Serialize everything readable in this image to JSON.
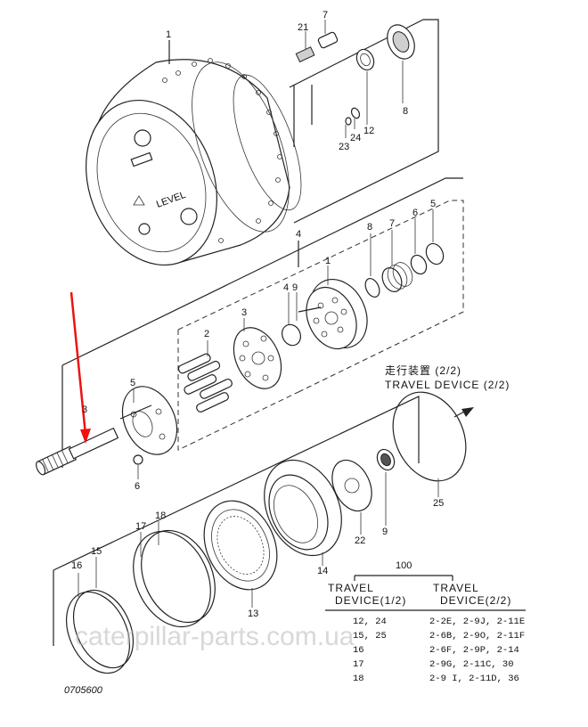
{
  "part_labels": {
    "p1_top": "1",
    "p7": "7",
    "p21": "21",
    "p8": "8",
    "p12": "12",
    "p24": "24",
    "p23": "23",
    "p4": "4",
    "p8b": "8",
    "p7b": "7",
    "p6b": "6",
    "p5b": "5",
    "p1b": "1",
    "p4b": "4",
    "p9b": "9",
    "p3": "3",
    "p2": "2",
    "p5": "5",
    "p3b": "3",
    "p6": "6",
    "p25": "25",
    "p18": "18",
    "p17": "17",
    "p16": "16",
    "p15": "15",
    "p13": "13",
    "p14": "14",
    "p22": "22",
    "p9": "9",
    "p100": "100"
  },
  "header": {
    "jp": "走行装置 (2/2)",
    "en": "TRAVEL DEVICE (2/2)"
  },
  "table": {
    "col1_title_a": "TRAVEL",
    "col1_title_b": "DEVICE(1/2)",
    "col2_title_a": "TRAVEL",
    "col2_title_b": "DEVICE(2/2)",
    "rows": [
      {
        "left": "12, 24",
        "right": "2-2E, 2-9J,   2-11E"
      },
      {
        "left": "15, 25",
        "right": "2-6B, 2-9O,   2-11F"
      },
      {
        "left": "16",
        "right": "2-6F, 2-9P,   2-14"
      },
      {
        "left": "17",
        "right": "2-9G, 2-11C,  30"
      },
      {
        "left": "18",
        "right": "2-9 I, 2-11D, 36"
      }
    ]
  },
  "drawing_code": "0705600",
  "watermark": "caterpillar-parts.com.ua",
  "housing_text": "LEVEL"
}
